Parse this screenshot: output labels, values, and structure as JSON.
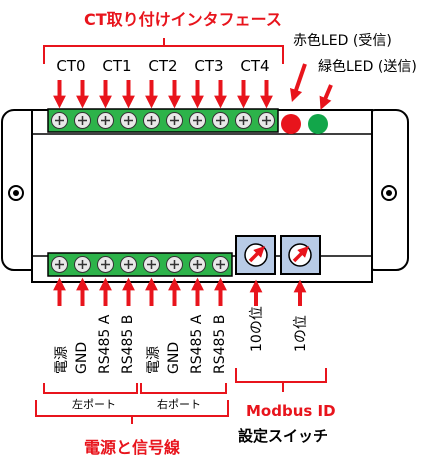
{
  "ct_interface": {
    "title": "CT取り付けインタフェース",
    "channels": [
      "CT0",
      "CT1",
      "CT2",
      "CT3",
      "CT4"
    ]
  },
  "leds": {
    "red": {
      "label": "赤色LED (受信)",
      "color": "#e8141c"
    },
    "green": {
      "label": "緑色LED (送信)",
      "color": "#12a64a"
    }
  },
  "power_signal": {
    "title": "電源と信号線",
    "pins": [
      "電源",
      "GND",
      "RS485 A",
      "RS485 B",
      "電源",
      "GND",
      "RS485 A",
      "RS485 B"
    ],
    "left_port": "左ポート",
    "right_port": "右ポート"
  },
  "modbus": {
    "title_line1": "Modbus ID",
    "title_line2": "設定スイッチ",
    "switches": [
      "10の位",
      "1の位"
    ]
  },
  "colors": {
    "arrow": "#e8141c",
    "terminal_block": "#2db34a",
    "terminal_screw": "#e8e8e8",
    "switch_face": "#b8cbe6",
    "dial_arrow": "#e8141c"
  }
}
